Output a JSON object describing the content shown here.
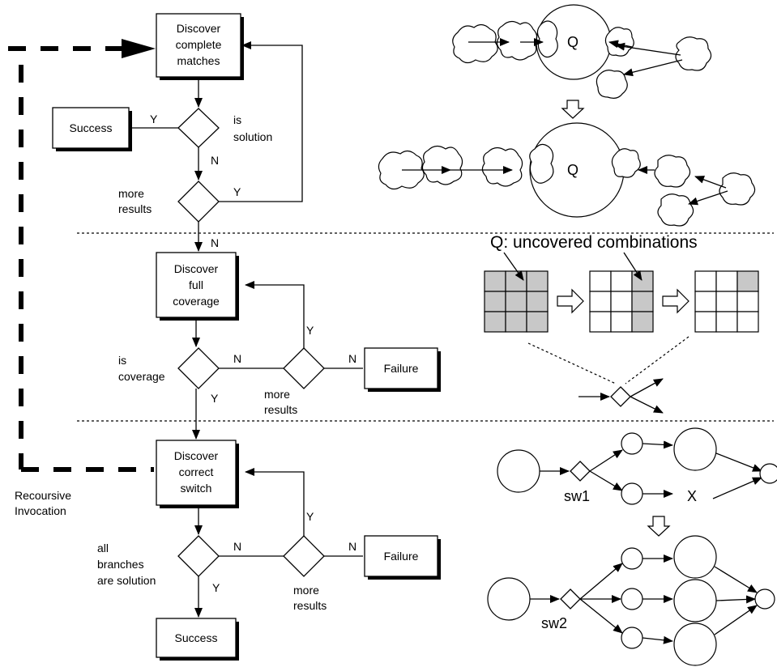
{
  "flow": {
    "discover_matches": [
      "Discover",
      "complete",
      "matches"
    ],
    "discover_coverage": [
      "Discover",
      "full",
      "coverage"
    ],
    "discover_switch": [
      "Discover",
      "correct",
      "switch"
    ],
    "success_top": "Success",
    "success_bottom": "Success",
    "failure_mid": "Failure",
    "failure_bottom": "Failure",
    "is_solution": [
      "is",
      "solution"
    ],
    "more_results_1": [
      "more",
      "results"
    ],
    "is_coverage": [
      "is",
      "coverage"
    ],
    "more_results_2": [
      "more",
      "results"
    ],
    "all_branches": [
      "all",
      "branches",
      "are solution"
    ],
    "more_results_3": [
      "more",
      "results"
    ],
    "recursive": [
      "Recoursive",
      "Invocation"
    ],
    "yes": "Y",
    "no": "N"
  },
  "illustration": {
    "q_label": "Q",
    "uncovered_title": "Q: uncovered combinations",
    "sw1": "sw1",
    "sw2": "sw2",
    "x_mark": "X"
  }
}
